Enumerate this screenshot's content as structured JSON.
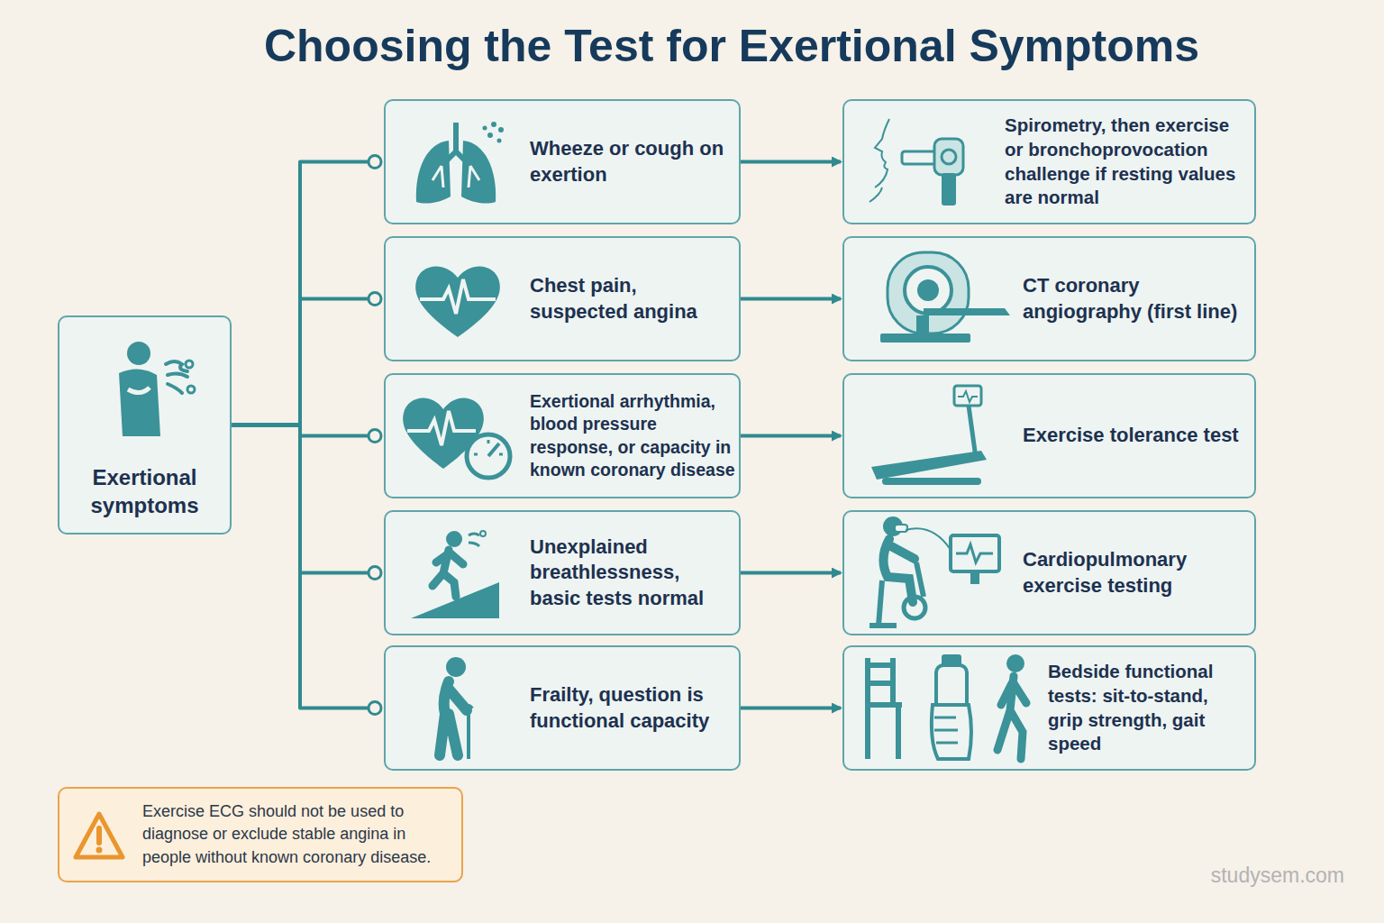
{
  "diagram": {
    "title": "Choosing the Test for Exertional Symptoms",
    "nodes": [
      {
        "text": [
          "Exertional symptoms"
        ]
      },
      {
        "text": [
          "Wheeze or cough on exertion"
        ]
      },
      {
        "text": [
          "Chest pain, suspected angina"
        ]
      },
      {
        "text": [
          "Exertional arrhythmia, blood pressure response, or capacity in known coronary disease"
        ]
      },
      {
        "text": [
          "Unexplained breathlessness, basic tests normal"
        ]
      },
      {
        "text": [
          "Frailty, question is functional capacity"
        ]
      },
      {
        "text": [
          "Spirometry, then exercise or bronchoprovocation challenge if resting values are normal"
        ]
      },
      {
        "text": [
          "CT coronary angiography (first line)"
        ]
      },
      {
        "text": [
          "Exercise tolerance test"
        ]
      },
      {
        "text": [
          "Cardiopulmonary exercise testing"
        ]
      },
      {
        "text": [
          "Bedside functional tests: sit-to-stand, grip strength, gait speed"
        ]
      },
      {
        "text": [
          "Exercise ECG should not be used to diagnose or exclude stable angina in people without known coronary disease."
        ]
      }
    ],
    "edges": [
      {
        "from": 0,
        "to": 1,
        "arrow": "none"
      },
      {
        "from": 0,
        "to": 2,
        "arrow": "none"
      },
      {
        "from": 0,
        "to": 3,
        "arrow": "none"
      },
      {
        "from": 0,
        "to": 4,
        "arrow": "none"
      },
      {
        "from": 0,
        "to": 5,
        "arrow": "none"
      },
      {
        "from": 1,
        "to": 6,
        "arrow": "to"
      },
      {
        "from": 2,
        "to": 7,
        "arrow": "to"
      },
      {
        "from": 3,
        "to": 8,
        "arrow": "to"
      },
      {
        "from": 4,
        "to": 9,
        "arrow": "to"
      },
      {
        "from": 5,
        "to": 10,
        "arrow": "to"
      }
    ],
    "labels": [
      "studysem.com"
    ]
  }
}
